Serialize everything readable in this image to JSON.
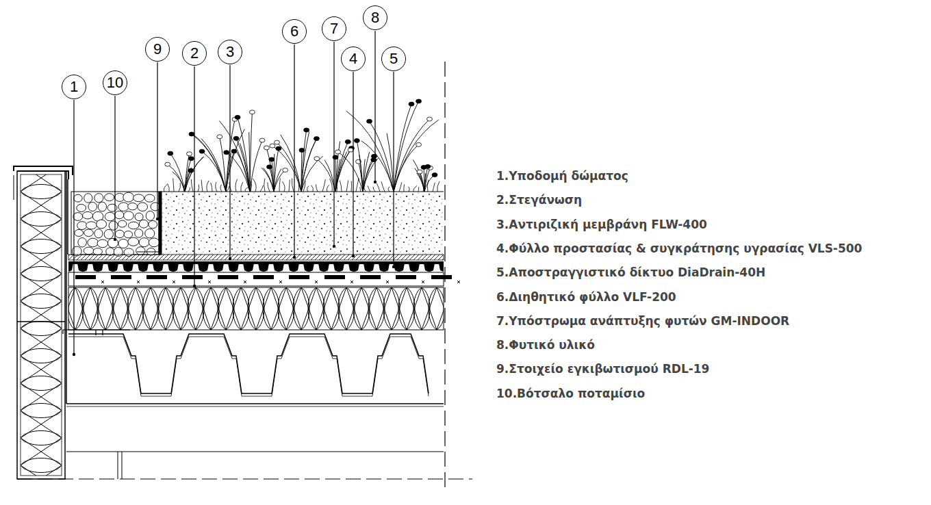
{
  "diagram": {
    "nodes": [
      {
        "text": [
          "1"
        ]
      },
      {
        "text": [
          "10"
        ]
      },
      {
        "text": [
          "9"
        ]
      },
      {
        "text": [
          "2"
        ]
      },
      {
        "text": [
          "3"
        ]
      },
      {
        "text": [
          "6"
        ]
      },
      {
        "text": [
          "7"
        ]
      },
      {
        "text": [
          "4"
        ]
      },
      {
        "text": [
          "8"
        ]
      },
      {
        "text": [
          "5"
        ]
      }
    ],
    "edges": [],
    "labels": [
      "1.Υποδομή δώματος",
      "2.Στεγάνωση",
      "3.Αντιριζική μεμβράνη FLW-400",
      "4.Φύλλο προστασίας & συγκράτησης υγρασίας VLS-500",
      "5.Αποστραγγιστικό δίκτυο DiaDrain-40H",
      "6.Διηθητικό φύλλο VLF-200",
      "7.Υπόστρωμα ανάπτυξης φυτών GM-INDOOR",
      "8.Φυτικό υλικό",
      "9.Στοιχείο εγκιβωτισμού RDL-19",
      "10.Βότσαλο ποταμίσιο"
    ]
  }
}
